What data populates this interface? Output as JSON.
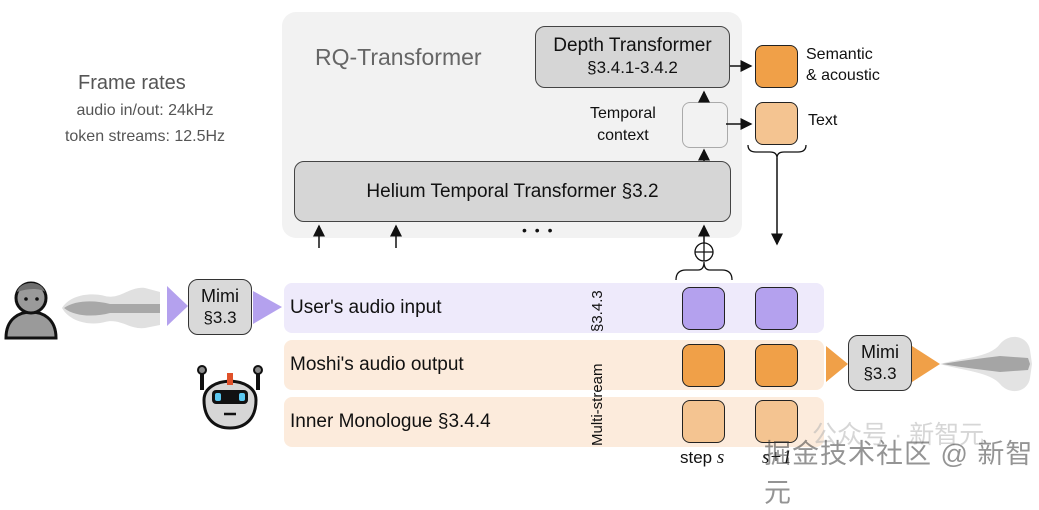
{
  "frame_rates": {
    "title": "Frame rates",
    "audio": "audio in/out: 24kHz",
    "tokens": "token streams: 12.5Hz"
  },
  "rq_transformer": {
    "title": "RQ-Transformer",
    "depth_transformer": {
      "title": "Depth Transformer",
      "section": "§3.4.1-3.4.2"
    },
    "temporal_context": {
      "line1": "Temporal",
      "line2": "context"
    },
    "helium": "Helium Temporal  Transformer §3.2",
    "ellipsis": "• • •"
  },
  "legend": {
    "semantic_line1": "Semantic",
    "semantic_line2": "& acoustic",
    "text": "Text",
    "colors": {
      "semantic": "#f0a048",
      "text": "#f4c491",
      "user": "#b4a1ee"
    }
  },
  "mimi_in": {
    "title": "Mimi",
    "section": "§3.3"
  },
  "mimi_out": {
    "title": "Mimi",
    "section": "§3.3"
  },
  "streams": {
    "user": "User's audio input",
    "moshi": "Moshi's audio output",
    "inner": "Inner Monologue §3.4.4",
    "multi_stream_label": "Multi-stream",
    "multi_stream_section": "§3.4.3"
  },
  "steps": {
    "step_prefix": "step ",
    "step_var": "s",
    "next": "s+1"
  },
  "watermark": {
    "line1": "公众号 · 新智元",
    "line2": "掘金技术社区 @ 新智元"
  }
}
